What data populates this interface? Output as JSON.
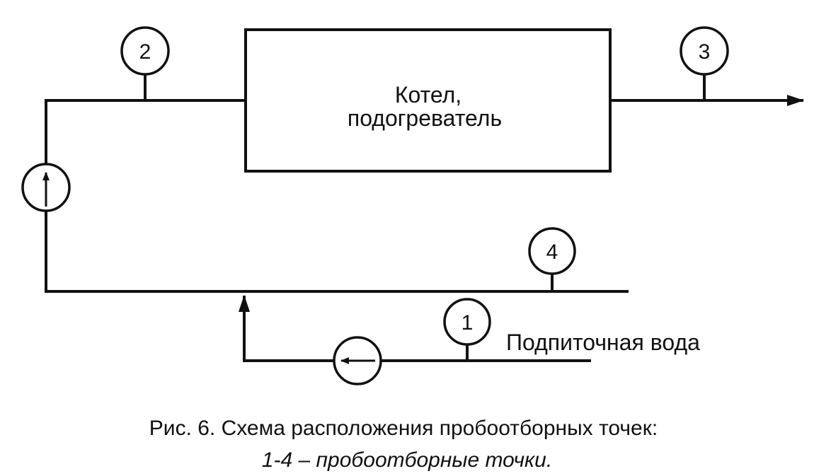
{
  "box": {
    "line1": "Котел,",
    "line2": "подогреватель"
  },
  "points": [
    "1",
    "2",
    "3",
    "4"
  ],
  "makeup_water_label": "Подпиточная вода",
  "caption": {
    "line1": "Рис. 6. Схема расположения пробоотборных точек:",
    "line2": "1-4 – пробоотборные точки."
  }
}
